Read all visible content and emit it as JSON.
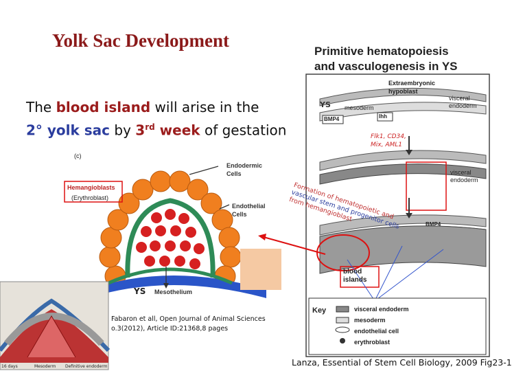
{
  "title": "Yolk Sac Development",
  "body": {
    "l1_a": "The ",
    "l1_b": "blood island",
    "l1_c": " will arise in the",
    "l2_a": "2° yolk sac",
    "l2_b": " by ",
    "l2_c": "3",
    "l2_sup": "rd",
    "l2_d": " week",
    "l2_e": " of gestation"
  },
  "left_diagram": {
    "panel_label": "(c)",
    "hemangioblasts": "Hemangioblasts",
    "erythroblast": "(Erythroblast)",
    "endodermic_1": "Endodermic",
    "endodermic_2": "Cells",
    "endothelial_1": "Endothelial",
    "endothelial_2": "Cells",
    "mesothelium": "Mesothelium",
    "ys": "YS"
  },
  "thumb": {
    "days": "16 days",
    "mesoderm": "Mesoderm",
    "definitive": "Definitive endoderm"
  },
  "right_diagram": {
    "title_1": "Primitive hematopoiesis",
    "title_2": "and vasculogenesis in YS",
    "extraembryonic_1": "Extraembryonic",
    "extraembryonic_2": "hypoblast",
    "ys": "YS",
    "mesoderm": "mesoderm",
    "visceral_endoderm": "visceral",
    "visceral_endoderm_2": "endoderm",
    "bmp4": "BMP4",
    "ihh": "Ihh",
    "flk1": "Flk1, CD34,",
    "mix": "Mix, AML1",
    "formation": "Formation of hematopoietic and",
    "vascular": "vascular stem and progenitor cells",
    "from": "from hemangioblast",
    "blood_1": "blood",
    "blood_2": "islands",
    "key": "Key",
    "key_items": [
      "visceral endoderm",
      "mesoderm",
      "endothelial cell",
      "erythroblast"
    ]
  },
  "refs": {
    "ref1_l1": "Fabaron et all, Open Journal of Animal Sciences",
    "ref1_l2": "o.3(2012), Article ID:21368,8 pages",
    "ref2": "Lanza, Essential of Stem Cell Biology, 2009 Fig23-1"
  },
  "colors": {
    "title": "#8b1a1a",
    "highlight_red": "#9b1c1c",
    "highlight_blue": "#2b3d9e"
  }
}
